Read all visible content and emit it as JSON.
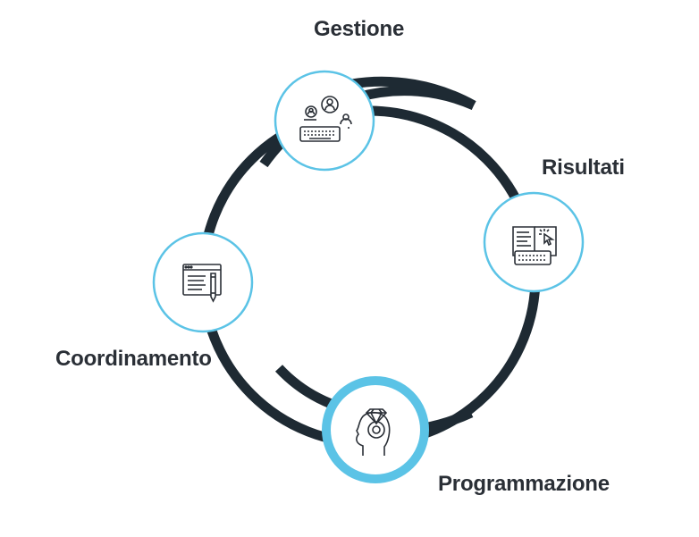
{
  "colors": {
    "ring": "#1e2a33",
    "node_border": "#5bc3e6",
    "node_fill": "#ffffff",
    "icon_stroke": "#2a2f36"
  },
  "nodes": [
    {
      "id": "gestione",
      "label": "Gestione",
      "icon": "users-keyboard-icon"
    },
    {
      "id": "risultati",
      "label": "Risultati",
      "icon": "book-keyboard-cursor-icon"
    },
    {
      "id": "programmazione",
      "label": "Programmazione",
      "icon": "head-diamond-icon"
    },
    {
      "id": "coordinamento",
      "label": "Coordinamento",
      "icon": "document-pen-icon"
    }
  ]
}
